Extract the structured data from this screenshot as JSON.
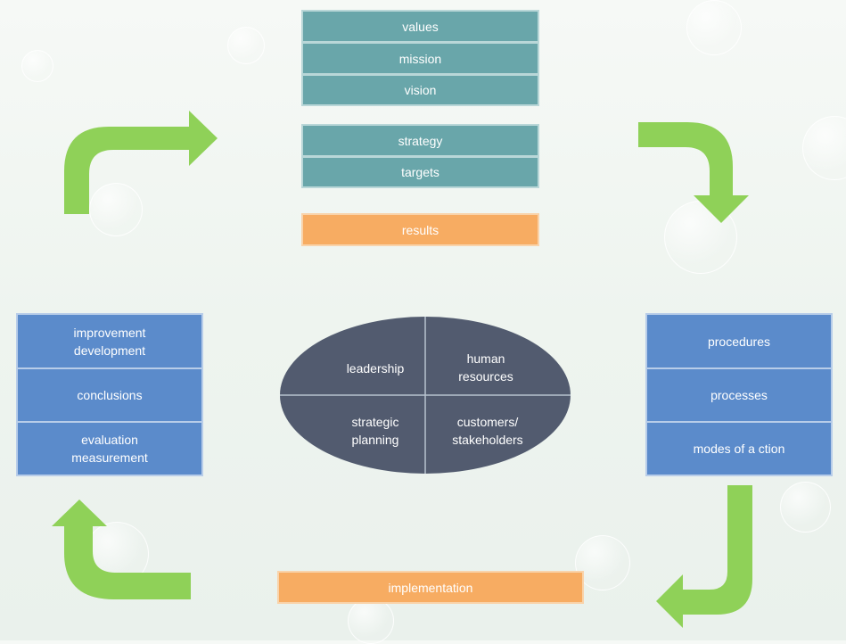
{
  "top_stack": {
    "values": "values",
    "mission": "mission",
    "vision": "vision",
    "strategy": "strategy",
    "targets": "targets",
    "results": "results"
  },
  "left_stack": {
    "improvement": "improvement\ndevelopment",
    "conclusions": "conclusions",
    "evaluation": "evaluation\nmeasurement"
  },
  "right_stack": {
    "procedures": "procedures",
    "processes": "processes",
    "modes": "modes of a ction"
  },
  "center": {
    "leadership": "leadership",
    "human_resources": "human\nresources",
    "strategic_planning": "strategic\nplanning",
    "customers": "customers/\nstakeholders"
  },
  "bottom": {
    "implementation": "implementation"
  },
  "colors": {
    "teal": "#69a6aa",
    "orange": "#f7ac62",
    "blue": "#5b8bcb",
    "ellipse": "#525b6f",
    "arrow_green": "#8fd158"
  }
}
